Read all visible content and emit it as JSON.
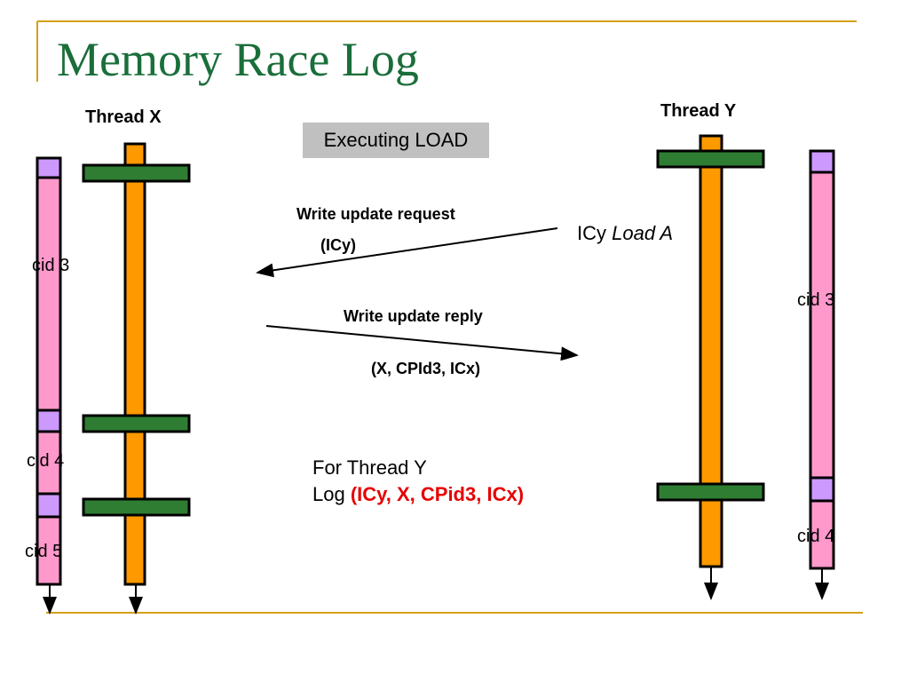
{
  "title": "Memory Race Log",
  "threads": {
    "x": {
      "label": "Thread X"
    },
    "y": {
      "label": "Thread Y"
    }
  },
  "executing": "Executing LOAD",
  "messages": {
    "request": {
      "label": "Write update request",
      "params": "(ICy)"
    },
    "reply": {
      "label": "Write update reply",
      "params": "(X, CPId3, ICx)"
    }
  },
  "load_note": {
    "prefix": "ICy",
    "op": "Load A"
  },
  "chunks": {
    "x": [
      "cid 3",
      "cid 4",
      "cid 5"
    ],
    "y": [
      "cid 3",
      "cid 4"
    ]
  },
  "log": {
    "line1": "For Thread Y",
    "prefix": "Log ",
    "entry": "(ICy, X, CPid3, ICx)"
  },
  "colors": {
    "title": "#1a6e3a",
    "accent_rule": "#d4a017",
    "thread_bar": "#ff9900",
    "commit_bar": "#2e7d32",
    "chunk_bar": "#ff99cc",
    "chunk_marker": "#cc99ff",
    "log_highlight": "#e60000"
  }
}
